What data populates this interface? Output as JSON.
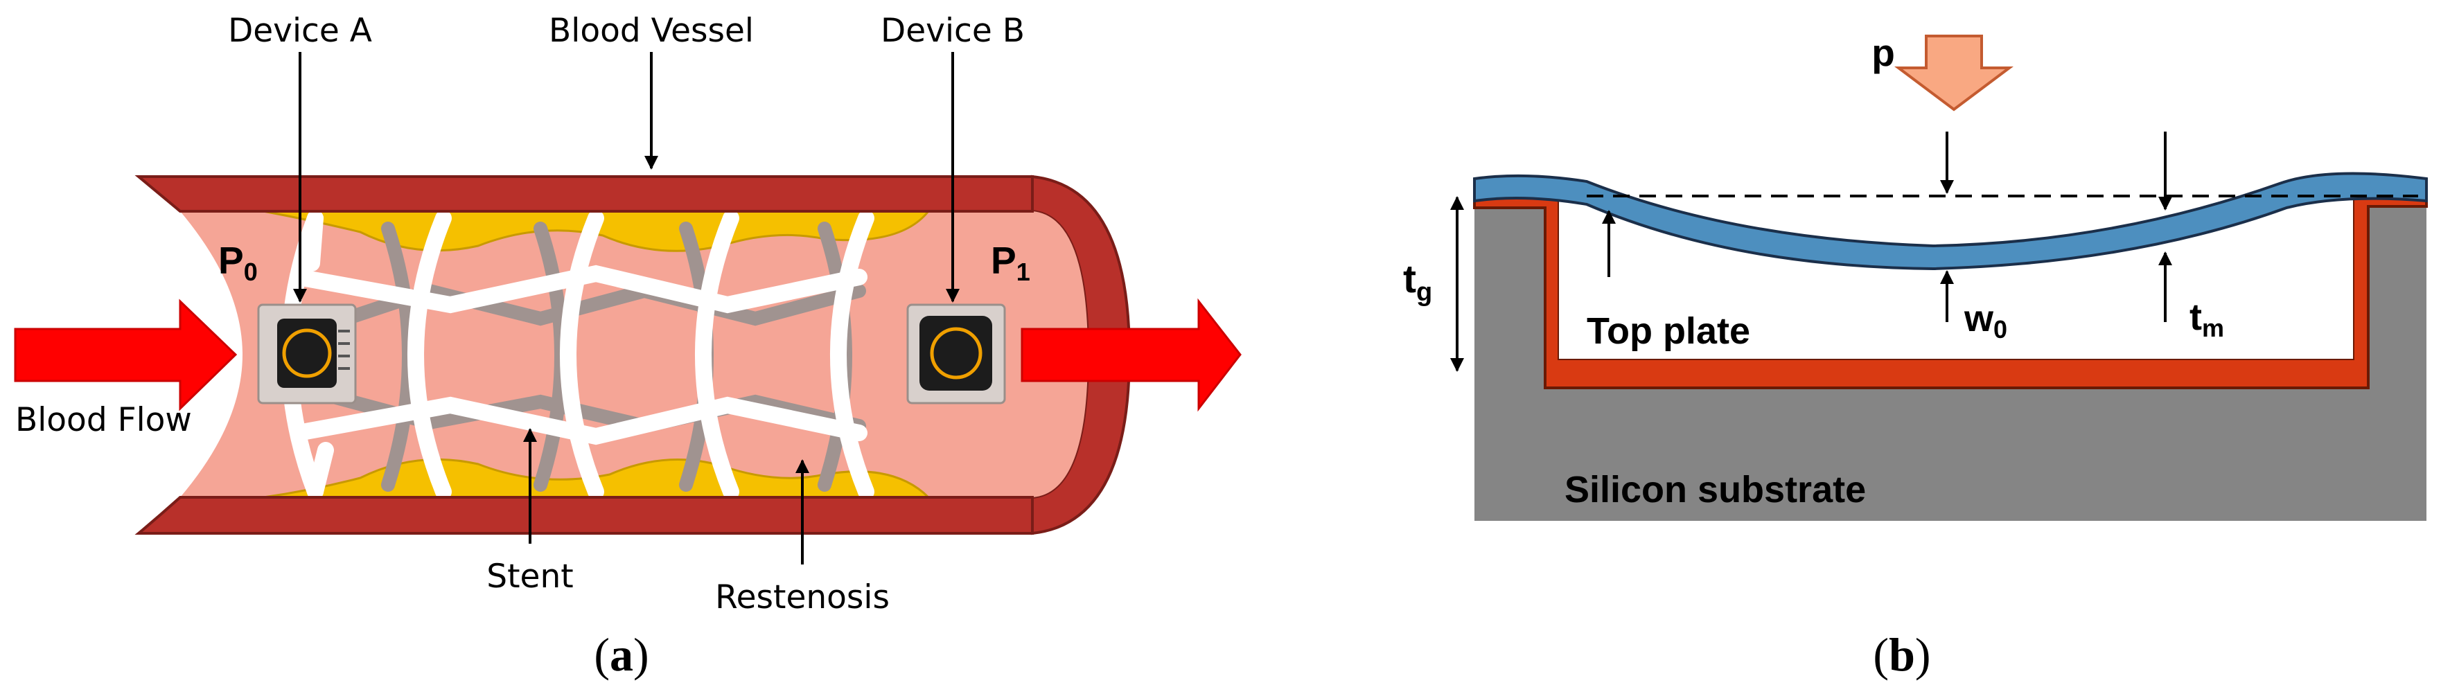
{
  "panel_a": {
    "caption_open": "(",
    "caption_letter": "a",
    "caption_close": ")",
    "labels": {
      "device_a": "Device A",
      "blood_vessel": "Blood Vessel",
      "device_b": "Device B",
      "blood_flow": "Blood Flow",
      "stent": "Stent",
      "restenosis": "Restenosis"
    },
    "p0_main": "P",
    "p0_sub": "0",
    "p1_main": "P",
    "p1_sub": "1"
  },
  "panel_b": {
    "caption_open": "(",
    "caption_letter": "b",
    "caption_close": ")",
    "labels": {
      "pressure": "p",
      "top_plate": "Top plate",
      "substrate": "Silicon substrate"
    },
    "tg_main": "t",
    "tg_sub": "g",
    "w0_main": "w",
    "w0_sub": "0",
    "tm_main": "t",
    "tm_sub": "m"
  },
  "colors": {
    "vessel_wall": "#b8302a",
    "lumen": "#f5a596",
    "restenosis": "#f5c000",
    "stent": "#ffffff",
    "flow_arrow": "#ff0000",
    "membrane": "#4d8fbf",
    "oxide": "#d93a12",
    "substrate": "#858585",
    "pressure_arrow": "#f9a882"
  }
}
